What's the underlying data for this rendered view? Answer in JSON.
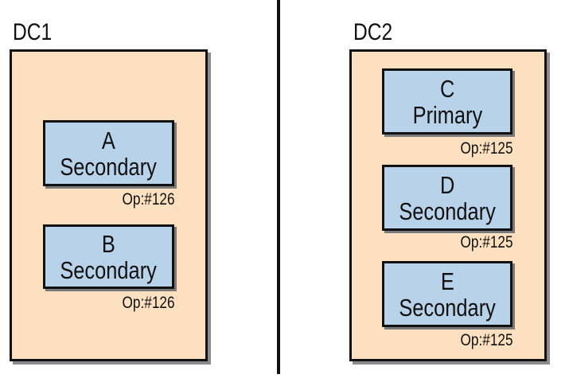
{
  "dc1": {
    "label": "DC1",
    "nodes": [
      {
        "name": "A",
        "role": "Secondary",
        "op": "Op:#126"
      },
      {
        "name": "B",
        "role": "Secondary",
        "op": "Op:#126"
      }
    ]
  },
  "dc2": {
    "label": "DC2",
    "nodes": [
      {
        "name": "C",
        "role": "Primary",
        "op": "Op:#125"
      },
      {
        "name": "D",
        "role": "Secondary",
        "op": "Op:#125"
      },
      {
        "name": "E",
        "role": "Secondary",
        "op": "Op:#125"
      }
    ]
  },
  "colors": {
    "datacenter_fill": "#fde0bf",
    "node_fill": "#b8d2ea",
    "border": "#111111"
  }
}
